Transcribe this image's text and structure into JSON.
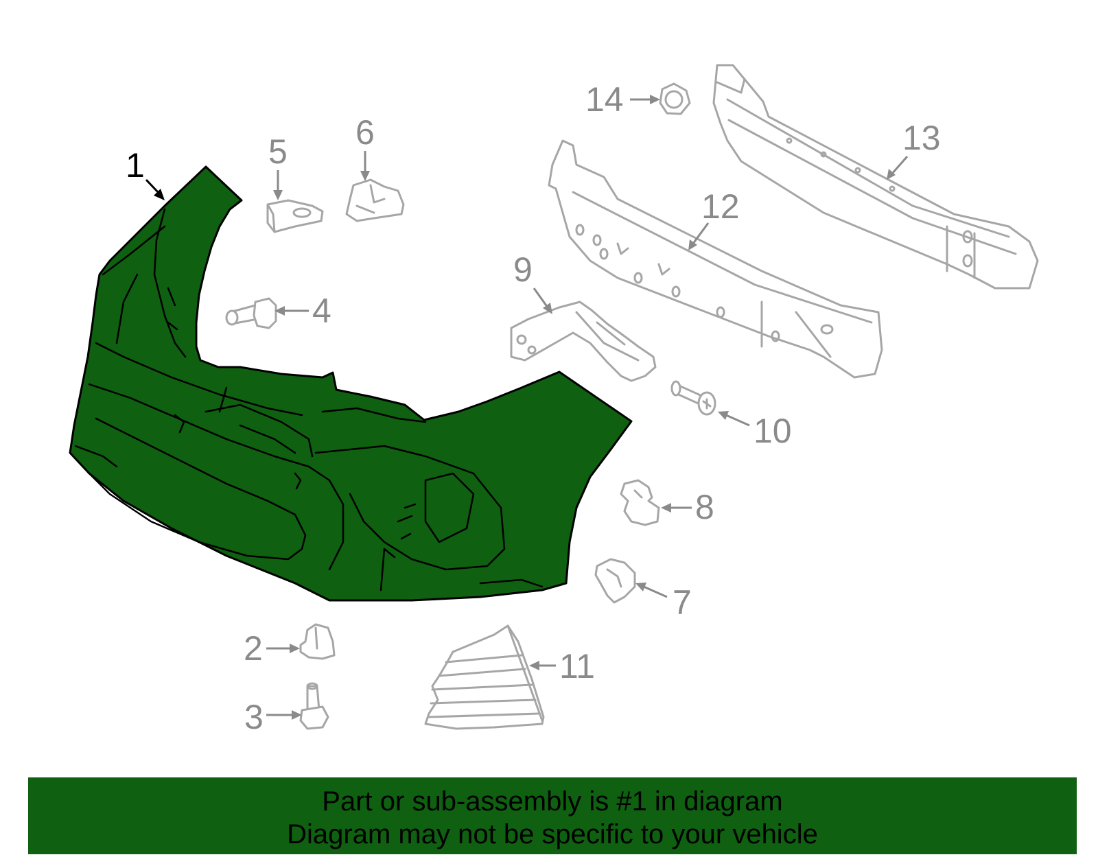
{
  "diagram": {
    "highlight_color": "#0f6010",
    "part_color": "#a6a6a6",
    "callouts": [
      "1",
      "2",
      "3",
      "4",
      "5",
      "6",
      "7",
      "8",
      "9",
      "10",
      "11",
      "12",
      "13",
      "14"
    ],
    "highlighted_callout": "1"
  },
  "banner": {
    "line1": "Part or sub-assembly is #1 in diagram",
    "line2": "Diagram may not be specific to your vehicle",
    "background": "#0f6010"
  }
}
